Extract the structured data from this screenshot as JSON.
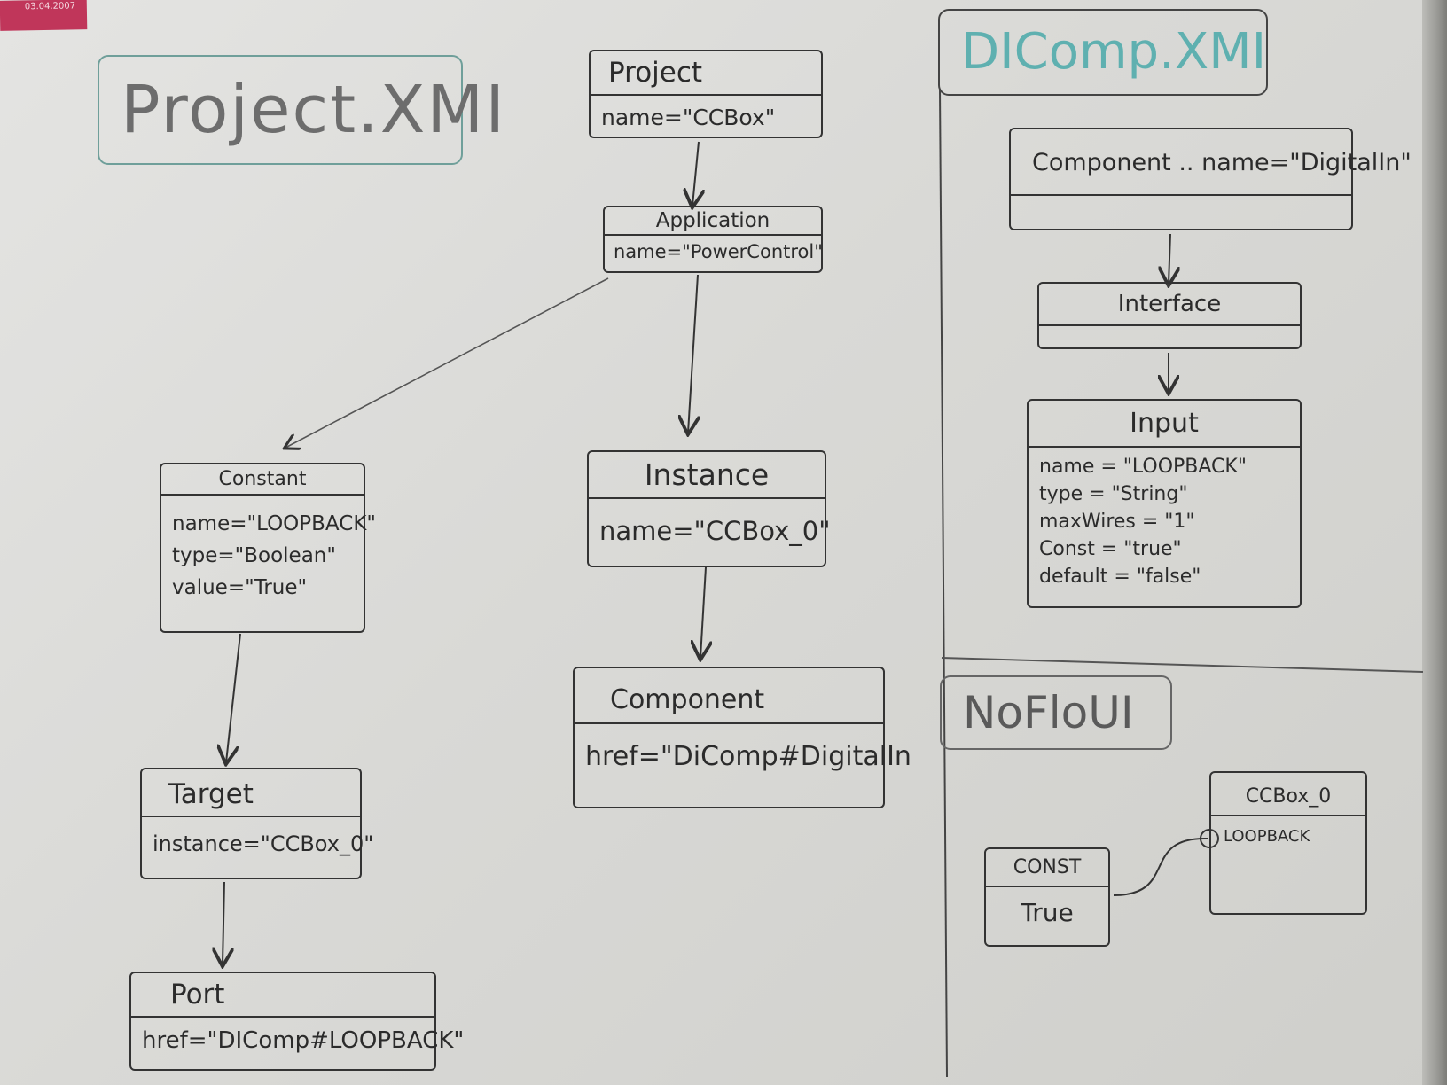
{
  "sticker": {
    "date": "03.04.2007"
  },
  "titles": {
    "project": "Project.XMI",
    "dicomp": "DIComp.XMI",
    "noflo": "NoFloUI"
  },
  "boxes": {
    "project": {
      "header": "Project",
      "attrs": [
        "name=\"CCBox\""
      ]
    },
    "application": {
      "header": "Application",
      "attrs": [
        "name=\"PowerControl\""
      ]
    },
    "instance": {
      "header": "Instance",
      "attrs": [
        "name=\"CCBox_0\""
      ]
    },
    "component": {
      "header": "Component",
      "attrs": [
        "href=\"DiComp#DigitalIn"
      ]
    },
    "constant": {
      "header": "Constant",
      "attrs": [
        "name=\"LOOPBACK\"",
        "type=\"Boolean\"",
        "value=\"True\""
      ]
    },
    "target": {
      "header": "Target",
      "attrs": [
        "instance=\"CCBox_0\""
      ]
    },
    "port": {
      "header": "Port",
      "attrs": [
        "href=\"DIComp#LOOPBACK\""
      ]
    },
    "di_component": {
      "header": "Component .. name=\"DigitalIn\""
    },
    "interface": {
      "header": "Interface"
    },
    "input": {
      "header": "Input",
      "attrs": [
        "name = \"LOOPBACK\"",
        "type = \"String\"",
        "maxWires = \"1\"",
        "Const = \"true\"",
        "default = \"false\""
      ]
    },
    "const_node": {
      "header": "CONST",
      "attrs": [
        "True"
      ]
    },
    "ccbox_node": {
      "header": "CCBox_0",
      "attrs": [
        "LOOPBACK"
      ]
    }
  }
}
